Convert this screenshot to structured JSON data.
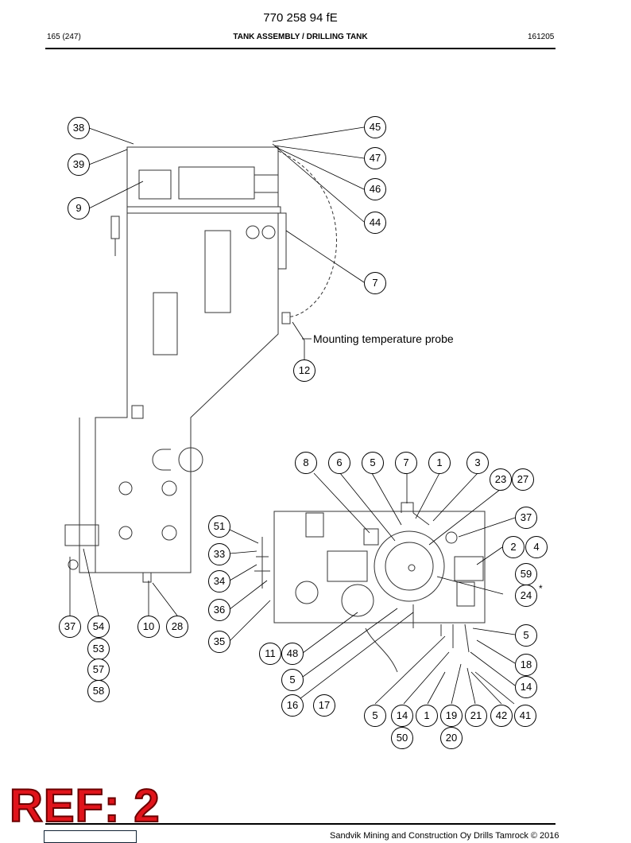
{
  "header": {
    "doc_number": "770 258 94 fE",
    "page": "165 (247)",
    "title": "TANK ASSEMBLY / DRILLING TANK",
    "date_code": "161205"
  },
  "drawing": {
    "note": "Mounting temperature probe",
    "asterisk": "*",
    "callouts": [
      "38",
      "39",
      "9",
      "45",
      "47",
      "46",
      "44",
      "7",
      "12",
      "37",
      "54",
      "53",
      "57",
      "58",
      "10",
      "28",
      "51",
      "33",
      "34",
      "36",
      "35",
      "11",
      "48",
      "5",
      "16",
      "17",
      "8",
      "6",
      "5",
      "7",
      "1",
      "3",
      "23",
      "27",
      "37",
      "2",
      "4",
      "59",
      "24",
      "5",
      "18",
      "14",
      "5",
      "14",
      "50",
      "1",
      "19",
      "20",
      "21",
      "42",
      "41"
    ]
  },
  "stamp": "REF: 2",
  "footer": {
    "copyright": "Sandvik Mining and Construction Oy Drills Tamrock © 2016"
  }
}
